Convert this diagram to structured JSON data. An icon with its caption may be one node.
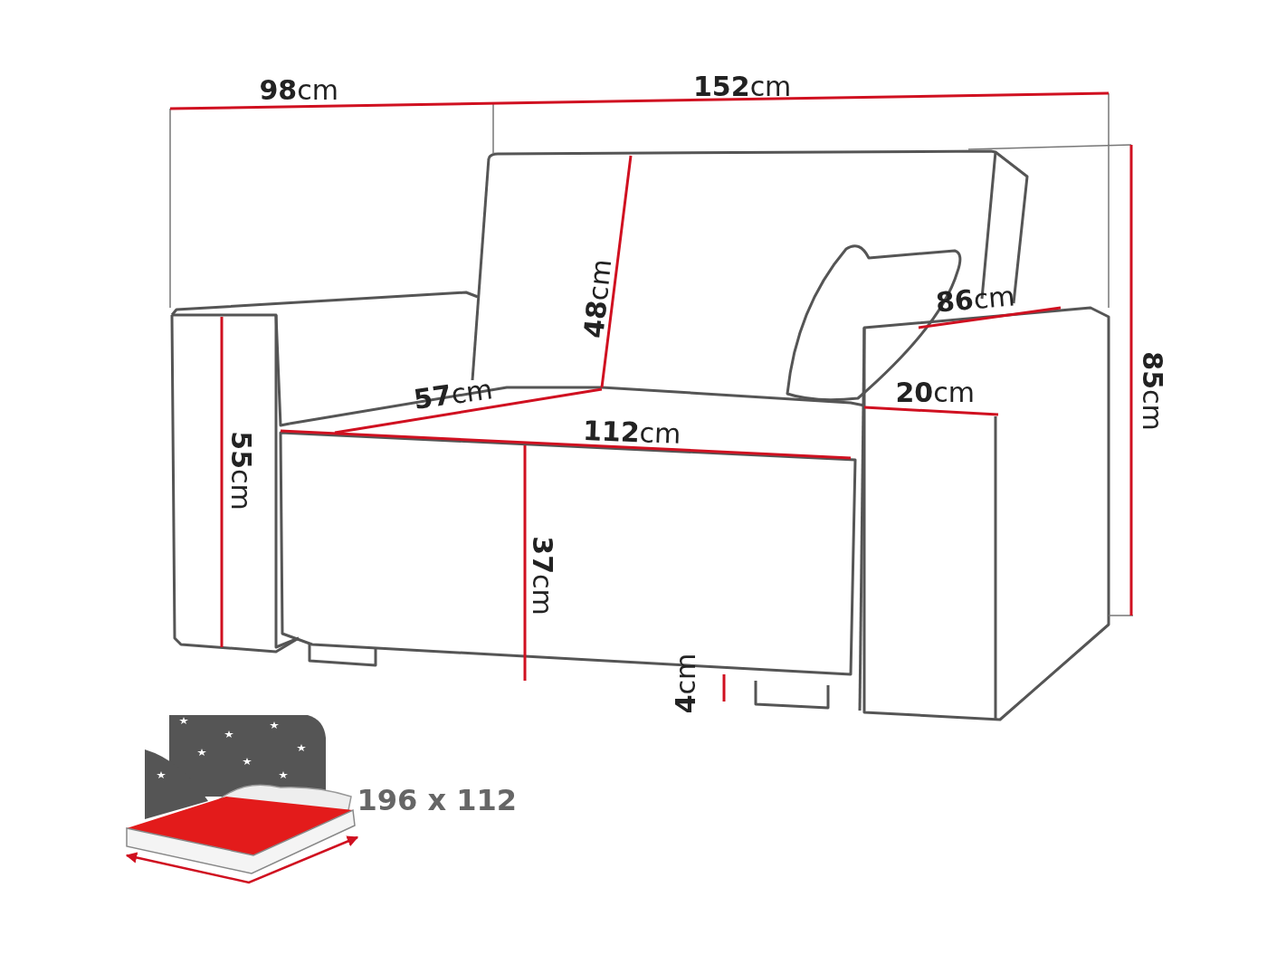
{
  "diagram": {
    "labels": [
      "**98**cm",
      "**152**cm",
      "**48**cm",
      "**86**cm",
      "**85**cm",
      "**20**cm",
      "**57**cm",
      "**112**cm",
      "**55**cm",
      "**37**cm",
      "**4**cm",
      "196 x 112"
    ]
  }
}
